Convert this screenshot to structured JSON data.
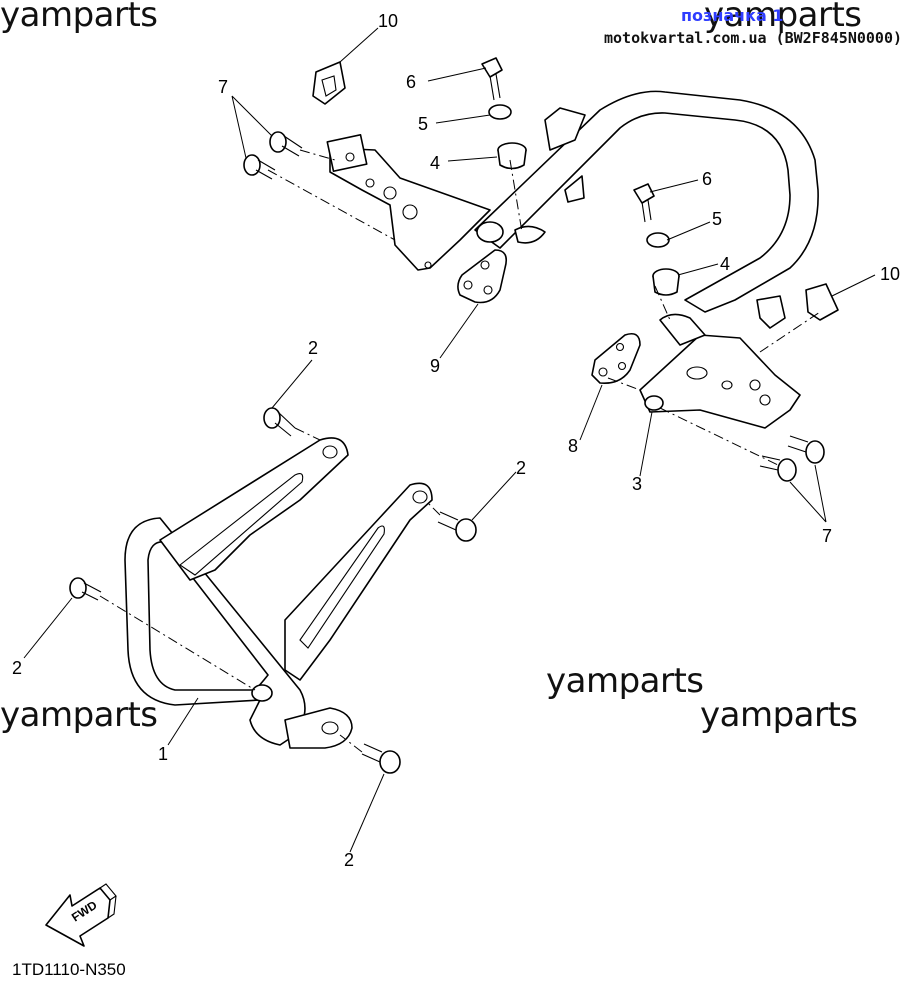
{
  "watermarks": [
    "yamparts",
    "yamparts",
    "yamparts",
    "yamparts",
    "yamparts"
  ],
  "site_credit": "motokvartal.com.ua (BW2F845N0000)",
  "marker_link": "позначка 1",
  "diagram_code": "1TD1110-N350",
  "fwd_label": "FWD",
  "callouts": {
    "c10a": "10",
    "c7a": "7",
    "c6a": "6",
    "c5a": "5",
    "c4a": "4",
    "c6b": "6",
    "c5b": "5",
    "c4b": "4",
    "c10b": "10",
    "c9": "9",
    "c8": "8",
    "c3": "3",
    "c7b": "7",
    "c2a": "2",
    "c2b": "2",
    "c2c": "2",
    "c2d": "2",
    "c1": "1"
  }
}
